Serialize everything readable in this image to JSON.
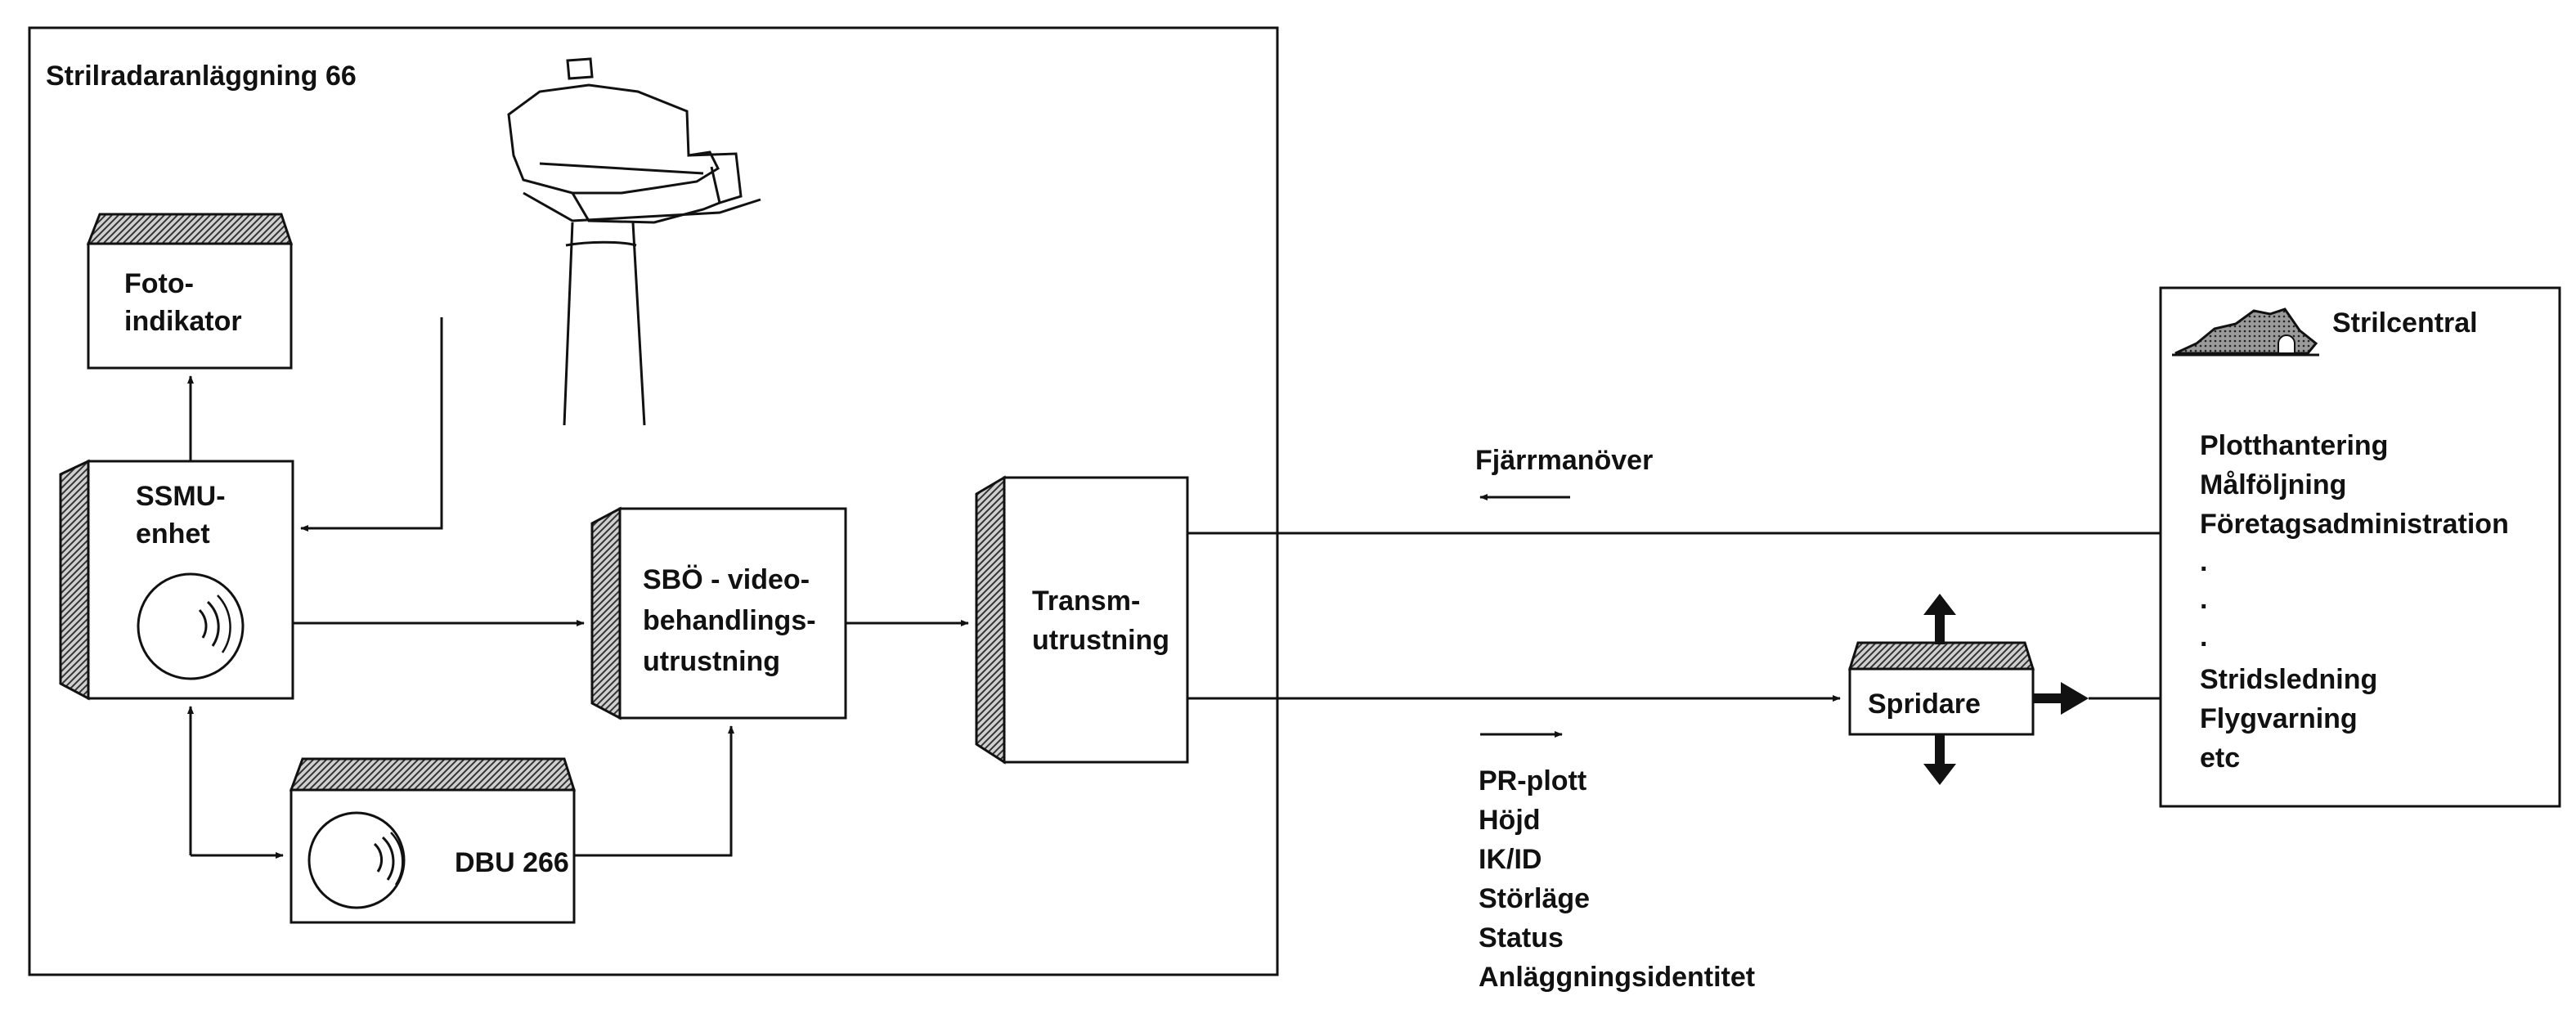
{
  "station": {
    "title": "Strilradaranläggning 66"
  },
  "blocks": {
    "foto": [
      "Foto-",
      "indikator"
    ],
    "ssmu": [
      "SSMU-",
      "enhet"
    ],
    "sbo": [
      "SBÖ - video-",
      "behandlings-",
      "utrustning"
    ],
    "transm": [
      "Transm-",
      "utrustning"
    ],
    "dbu": "DBU 266",
    "spridare": "Spridare"
  },
  "central": {
    "title": "Strilcentral",
    "functions": [
      "Plotthantering",
      "Målföljning",
      "Företagsadministration",
      ".",
      ".",
      ".",
      "Stridsledning",
      "Flygvarning",
      "etc"
    ]
  },
  "links": {
    "upstream_label": "Fjärrmanöver",
    "downstream_items": [
      "PR-plott",
      "Höjd",
      "IK/ID",
      "Störläge",
      "Status",
      "Anläggningsidentitet"
    ]
  }
}
